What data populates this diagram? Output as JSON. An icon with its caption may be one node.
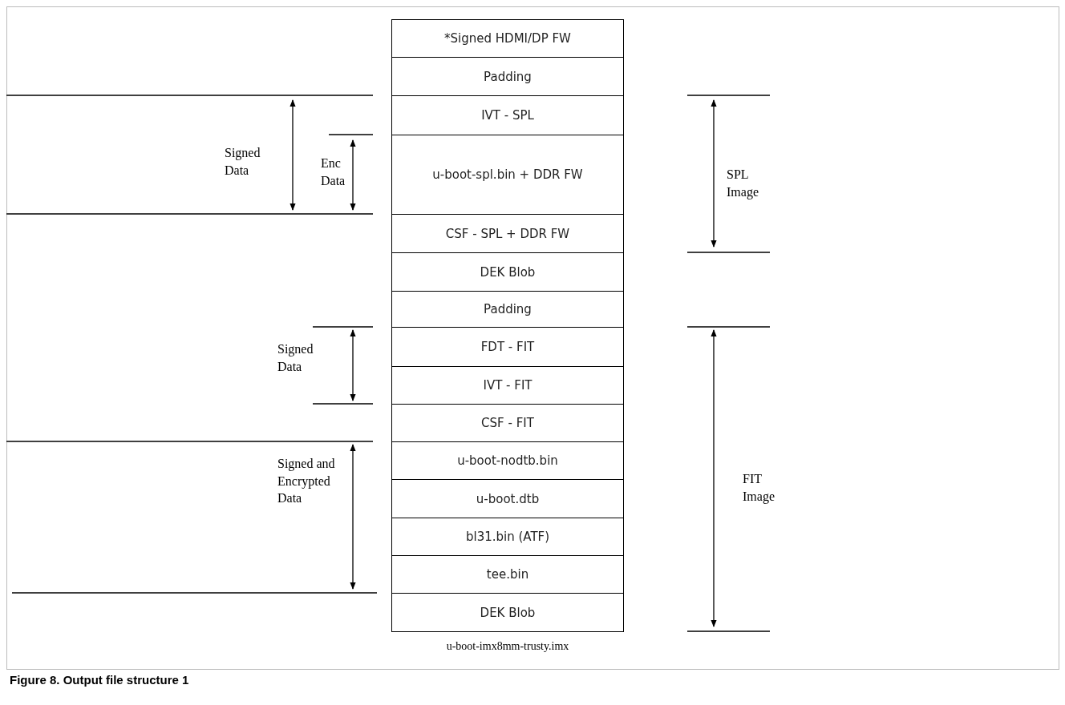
{
  "diagram": {
    "caption": "Figure 8.  Output file structure 1",
    "nodes": [
      {
        "text": [
          "*Signed HDMI/DP FW"
        ]
      },
      {
        "text": [
          "Padding"
        ]
      },
      {
        "text": [
          "IVT - SPL"
        ]
      },
      {
        "text": [
          "u-boot-spl.bin + DDR FW"
        ]
      },
      {
        "text": [
          "CSF - SPL + DDR FW"
        ]
      },
      {
        "text": [
          "DEK Blob"
        ]
      },
      {
        "text": [
          "Padding"
        ]
      },
      {
        "text": [
          "FDT - FIT"
        ]
      },
      {
        "text": [
          "IVT - FIT"
        ]
      },
      {
        "text": [
          "CSF - FIT"
        ]
      },
      {
        "text": [
          "u-boot-nodtb.bin"
        ]
      },
      {
        "text": [
          "u-boot.dtb"
        ]
      },
      {
        "text": [
          "bl31.bin (ATF)"
        ]
      },
      {
        "text": [
          "tee.bin"
        ]
      },
      {
        "text": [
          "DEK Blob"
        ]
      }
    ],
    "labels": [
      "Signed Data",
      "Enc Data",
      "SPL Image",
      "Signed Data",
      "FIT Image",
      "Signed and Encrypted Data",
      "u-boot-imx8mm-trusty.imx"
    ]
  }
}
